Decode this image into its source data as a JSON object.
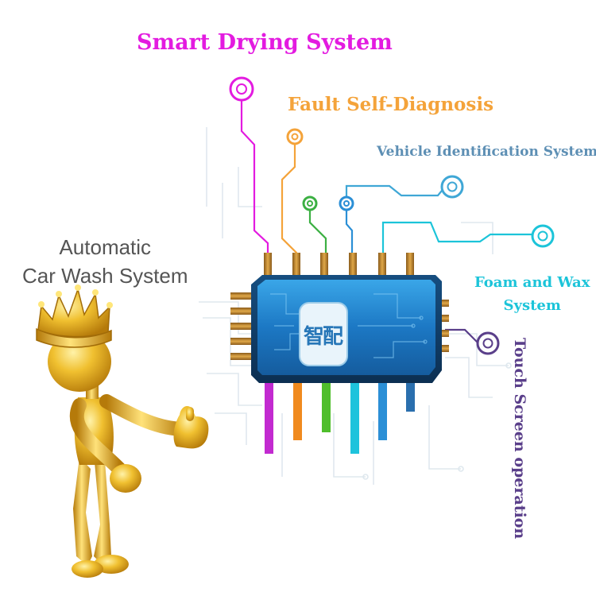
{
  "labels": {
    "smart_drying": "Smart Drying System",
    "fault_diagnosis": "Fault Self-Diagnosis",
    "vehicle_id": "Vehicle Identification System",
    "foam_wax_line1": "Foam and Wax",
    "foam_wax_line2": "System",
    "touch_screen": "Touch Screen operation",
    "auto_line1": "Automatic",
    "auto_line2": "Car Wash System"
  },
  "chip": {
    "logo_text": "智配"
  },
  "colors": {
    "drying": "#e31be0",
    "fault": "#f4a33a",
    "vehicle": "#5d8fb4",
    "foam": "#1cc4d9",
    "green": "#3cb043",
    "touch": "#5a3f8a",
    "chip_blue": "#1f7fc8",
    "gold": "#e8b325"
  },
  "icons": [
    "microchip-icon",
    "gold-crowned-figure",
    "circuit-connector-ring"
  ]
}
